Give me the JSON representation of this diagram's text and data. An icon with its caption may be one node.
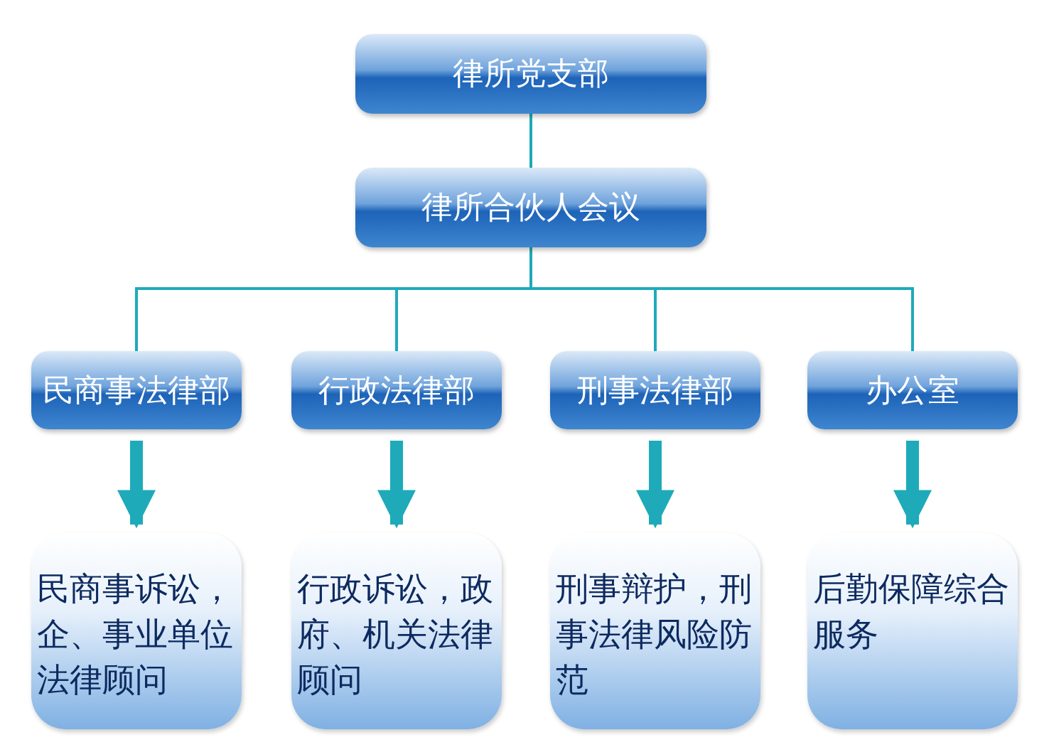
{
  "diagram": {
    "nodes": [
      {
        "text": [
          "律所党支部"
        ]
      },
      {
        "text": [
          "律所合伙人会议"
        ]
      },
      {
        "text": [
          "民商事法律部"
        ]
      },
      {
        "text": [
          "行政法律部"
        ]
      },
      {
        "text": [
          "刑事法律部"
        ]
      },
      {
        "text": [
          "办公室"
        ]
      },
      {
        "text": [
          "民商事诉讼，企、事业单位法律顾问"
        ]
      },
      {
        "text": [
          "行政诉讼，政府、机关法律顾问"
        ]
      },
      {
        "text": [
          "刑事辩护，刑事法律风险防范"
        ]
      },
      {
        "text": [
          "后勤保障综合服务"
        ]
      }
    ],
    "edges": [
      {
        "from": 0,
        "to": 1,
        "arrow": "none"
      },
      {
        "from": 1,
        "to": 2,
        "arrow": "none"
      },
      {
        "from": 1,
        "to": 3,
        "arrow": "none"
      },
      {
        "from": 1,
        "to": 4,
        "arrow": "none"
      },
      {
        "from": 1,
        "to": 5,
        "arrow": "none"
      },
      {
        "from": 2,
        "to": 6,
        "arrow": "to",
        "style": "thick"
      },
      {
        "from": 3,
        "to": 7,
        "arrow": "to",
        "style": "thick"
      },
      {
        "from": 4,
        "to": 8,
        "arrow": "to",
        "style": "thick"
      },
      {
        "from": 5,
        "to": 9,
        "arrow": "to",
        "style": "thick"
      }
    ]
  }
}
